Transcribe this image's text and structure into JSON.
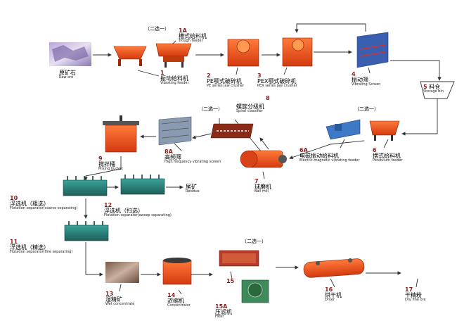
{
  "diagram": {
    "nodes": [
      {
        "id": "n1",
        "num": "",
        "cn": "原矿石",
        "en": "Raw ore"
      },
      {
        "id": "n1s",
        "num": "",
        "cn": "（二选一）",
        "en": ""
      },
      {
        "id": "n1A",
        "num": "1A",
        "cn": "槽式给料机",
        "en": "Trough feeder"
      },
      {
        "id": "n1b",
        "num": "1",
        "cn": "振动给料机",
        "en": "Vibrating feeder"
      },
      {
        "id": "n2",
        "num": "2",
        "cn": "PE颚式破碎机",
        "en": "PE series jaw crusher"
      },
      {
        "id": "n3",
        "num": "3",
        "cn": "PEX颚式破碎机",
        "en": "PEX series jaw crusher"
      },
      {
        "id": "n4",
        "num": "4",
        "cn": "振动筛",
        "en": "Vibrating Screen"
      },
      {
        "id": "n5",
        "num": "5",
        "cn": "料仓",
        "en": "Storage bin"
      },
      {
        "id": "n6s",
        "num": "",
        "cn": "（二选一）",
        "en": ""
      },
      {
        "id": "n6",
        "num": "6",
        "cn": "摆式给料机",
        "en": "Pendulum feeder"
      },
      {
        "id": "n6A",
        "num": "6A",
        "cn": "电磁振动给料机",
        "en": "Electric-magnetic vibrating feeder"
      },
      {
        "id": "n7",
        "num": "7",
        "cn": "球磨机",
        "en": "Ball mill"
      },
      {
        "id": "n8",
        "num": "8",
        "cn": "螺旋分级机",
        "en": "Spiral classifier"
      },
      {
        "id": "n8s",
        "num": "",
        "cn": "（二选一）",
        "en": ""
      },
      {
        "id": "n8A",
        "num": "8A",
        "cn": "高频筛",
        "en": "High frequency vibrating screen"
      },
      {
        "id": "n9",
        "num": "9",
        "cn": "搅拌桶",
        "en": "Mixing bucket"
      },
      {
        "id": "n10",
        "num": "10",
        "cn": "浮选机（粗选）",
        "en": "Flotation separator(coarse separating)"
      },
      {
        "id": "n12",
        "num": "12",
        "cn": "浮选机（扫选）",
        "en": "Flotation separator(sweep separating)"
      },
      {
        "id": "nres",
        "num": "",
        "cn": "尾矿",
        "en": "Residue"
      },
      {
        "id": "n11",
        "num": "11",
        "cn": "浮选机（精选）",
        "en": "Flotation separator(fine separating)"
      },
      {
        "id": "n13",
        "num": "13",
        "cn": "湿精矿",
        "en": "Wet concentrate"
      },
      {
        "id": "n14",
        "num": "14",
        "cn": "浓缩机",
        "en": "Concentrator"
      },
      {
        "id": "n15s",
        "num": "",
        "cn": "（二选一）",
        "en": ""
      },
      {
        "id": "n15",
        "num": "15",
        "cn": "",
        "en": ""
      },
      {
        "id": "n15A",
        "num": "15A",
        "cn": "压滤机",
        "en": "Filter"
      },
      {
        "id": "n16",
        "num": "16",
        "cn": "烘干机",
        "en": "Dryer"
      },
      {
        "id": "n17",
        "num": "17",
        "cn": "干精粉",
        "en": "Dry fine ore"
      }
    ]
  }
}
